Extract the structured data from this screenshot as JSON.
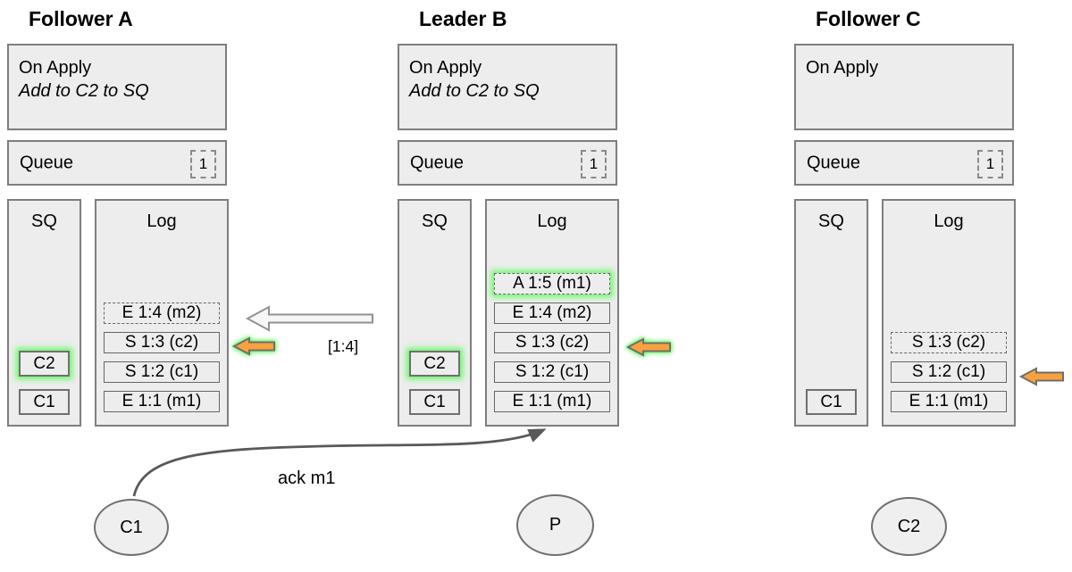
{
  "nodes": [
    {
      "id": "follower-a",
      "title": "Follower A",
      "on_apply": {
        "title": "On Apply",
        "note": "Add to C2 to SQ"
      },
      "queue": {
        "label": "Queue",
        "count": "1"
      },
      "sq": {
        "label": "SQ",
        "items": [
          {
            "text": "C2",
            "glow": true
          },
          {
            "text": "C1",
            "glow": false
          }
        ]
      },
      "log": {
        "label": "Log",
        "entries": [
          {
            "text": "E 1:4 (m2)",
            "dashed": true,
            "glow": false
          },
          {
            "text": "S 1:3 (c2)",
            "dashed": false,
            "glow": false
          },
          {
            "text": "S 1:2 (c1)",
            "dashed": false,
            "glow": false
          },
          {
            "text": "E 1:1 (m1)",
            "dashed": false,
            "glow": false
          }
        ]
      }
    },
    {
      "id": "leader-b",
      "title": "Leader B",
      "on_apply": {
        "title": "On Apply",
        "note": "Add to C2 to SQ"
      },
      "queue": {
        "label": "Queue",
        "count": "1"
      },
      "sq": {
        "label": "SQ",
        "items": [
          {
            "text": "C2",
            "glow": true
          },
          {
            "text": "C1",
            "glow": false
          }
        ]
      },
      "log": {
        "label": "Log",
        "entries": [
          {
            "text": "A 1:5 (m1)",
            "dashed": true,
            "glow": true
          },
          {
            "text": "E 1:4 (m2)",
            "dashed": false,
            "glow": false
          },
          {
            "text": "S 1:3 (c2)",
            "dashed": false,
            "glow": false
          },
          {
            "text": "S 1:2 (c1)",
            "dashed": false,
            "glow": false
          },
          {
            "text": "E 1:1 (m1)",
            "dashed": false,
            "glow": false
          }
        ]
      }
    },
    {
      "id": "follower-c",
      "title": "Follower C",
      "on_apply": {
        "title": "On Apply"
      },
      "queue": {
        "label": "Queue",
        "count": "1"
      },
      "sq": {
        "label": "SQ",
        "items": [
          {
            "text": "C1",
            "glow": false
          }
        ]
      },
      "log": {
        "label": "Log",
        "entries": [
          {
            "text": "S 1:3 (c2)",
            "dashed": true,
            "glow": false
          },
          {
            "text": "S 1:2 (c1)",
            "dashed": false,
            "glow": false
          },
          {
            "text": "E 1:1 (m1)",
            "dashed": false,
            "glow": false
          }
        ]
      }
    }
  ],
  "messages": {
    "append_entries_label": "[1:4]",
    "ack_label": "ack m1"
  },
  "clients": [
    {
      "label": "C1"
    },
    {
      "label": "P"
    },
    {
      "label": "C2"
    }
  ],
  "colors": {
    "box_fill": "#EDEDED",
    "box_border": "#7E7E7E",
    "highlight_glow_green": "#5BFB5B",
    "arrow_orange": "#F8A23D",
    "arrow_white_fill": "#F6F6F6",
    "ack_arrow_gray": "#595959"
  }
}
